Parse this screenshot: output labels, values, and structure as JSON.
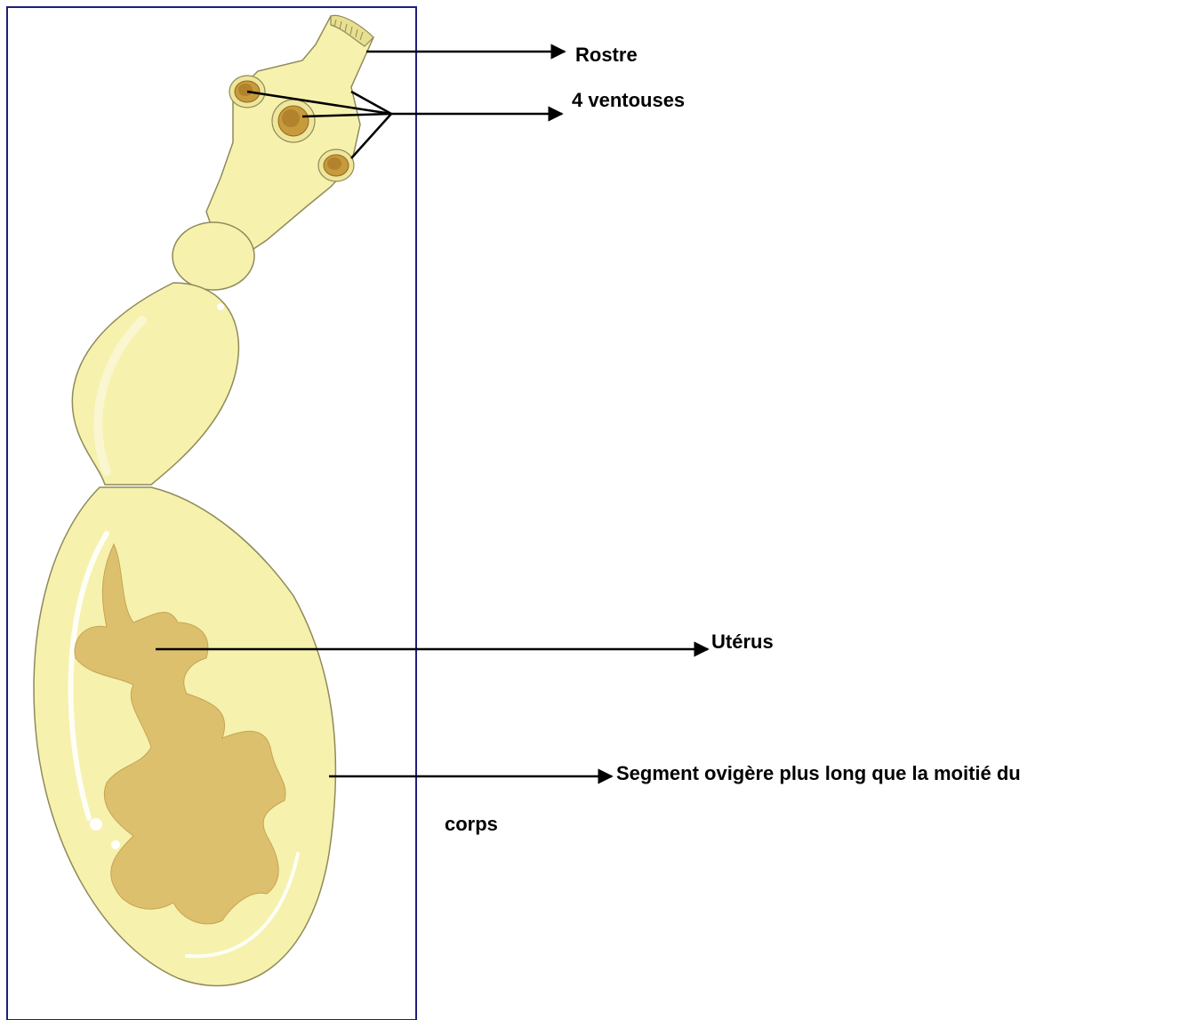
{
  "labels": {
    "rostre": "Rostre",
    "ventouses": "4 ventouses",
    "uterus": "Utérus",
    "segment_line1": "Segment ovigère plus long que la moitié du",
    "segment_line2": "corps"
  },
  "colors": {
    "frame": "#1f1f7a",
    "body_fill": "#f6f1ad",
    "body_shadow": "#e6dd8a",
    "outline": "#8f8a5a",
    "uterus_fill": "#dcc06d",
    "sucker_outer": "#c79a3c",
    "sucker_inner": "#b3822c",
    "arrow": "#000000",
    "text": "#000000"
  }
}
